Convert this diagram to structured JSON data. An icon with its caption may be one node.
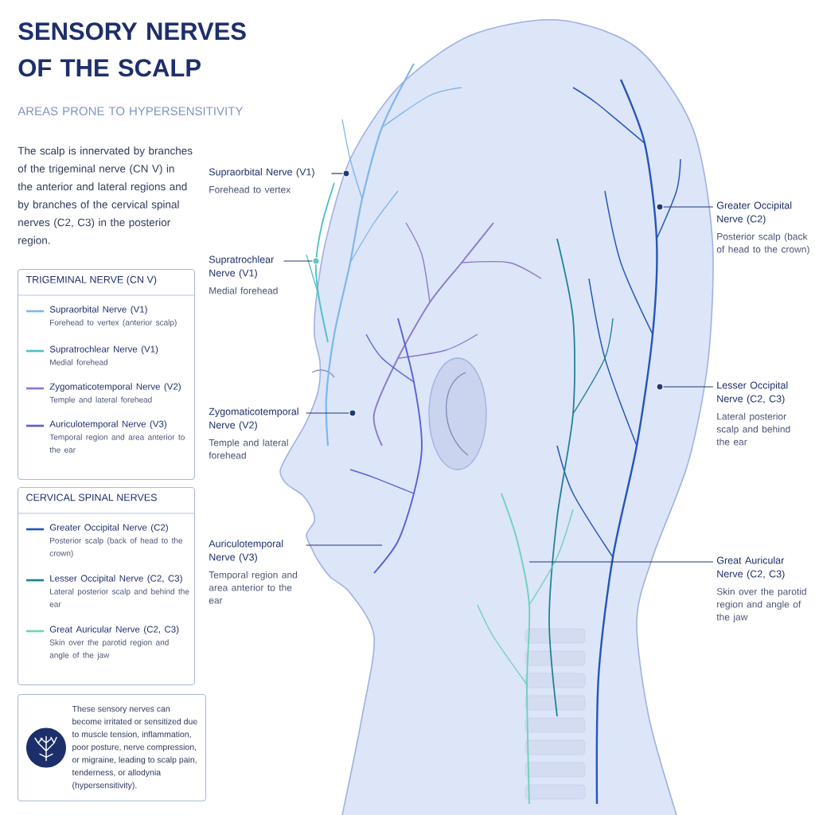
{
  "diagram": {
    "title": "SENSORY NERVES OF THE SCALP",
    "nodes": [
      {
        "text": [
          "TRIGEMINAL NERVE (CN V)"
        ]
      },
      {
        "text": [
          "Supraorbital Nerve (V1)",
          "Forehead to vertex (anterior scalp)"
        ],
        "in": 0
      },
      {
        "text": [
          "Supratrochlear Nerve (V1)",
          "Medial forehead"
        ],
        "in": 0
      },
      {
        "text": [
          "Zygomaticotemporal Nerve (V2)",
          "Temple and lateral forehead"
        ],
        "in": 0
      },
      {
        "text": [
          "Auriculotemporal Nerve (V3)",
          "Temporal region and area anterior to the ear"
        ],
        "in": 0
      },
      {
        "text": [
          "CERVICAL SPINAL NERVES"
        ]
      },
      {
        "text": [
          "Greater Occipital Nerve (C2)",
          "Posterior scalp (back of head to the crown)"
        ],
        "in": 5
      },
      {
        "text": [
          "Lesser Occipital Nerve (C2, C3)",
          "Lateral posterior scalp and behind the ear"
        ],
        "in": 5
      },
      {
        "text": [
          "Great Auricular Nerve (C2, C3)",
          "Skin over the parotid region and angle of the jaw"
        ],
        "in": 5
      },
      {
        "text": [
          "These sensory nerves can become irritated or sensitized due to muscle tension, inflammation, poor posture, nerve compression, or migraine, leading to scalp pain, tenderness, or allodynia (hypersensitivity)."
        ]
      },
      {
        "text": [
          "Supraorbital Nerve (V1)",
          "Forehead to vertex"
        ]
      },
      {
        "text": [
          "Supratrochlear Nerve (V1)",
          "Medial forehead"
        ]
      },
      {
        "text": [
          "Zygomaticotemporal Nerve (V2)",
          "Temple and lateral forehead"
        ]
      },
      {
        "text": [
          "Auriculotemporal Nerve (V3)",
          "Temporal region and area anterior to the ear"
        ]
      },
      {
        "text": [
          "Greater Occipital Nerve (C2)",
          "Posterior scalp (back of head to the crown)"
        ]
      },
      {
        "text": [
          "Lesser Occipital Nerve (C2, C3)",
          "Lateral posterior scalp and behind the ear"
        ]
      },
      {
        "text": [
          "Great Auricular Nerve (C2, C3)",
          "Skin over the parotid region and angle of the jaw"
        ]
      },
      {
        "text": [],
        "shape": "circle"
      },
      {
        "text": [],
        "shape": "circle"
      },
      {
        "text": [],
        "shape": "circle"
      },
      {
        "text": [],
        "shape": "circle"
      },
      {
        "text": [],
        "shape": "circle"
      }
    ],
    "edges": [
      {
        "from": 10,
        "to": 17,
        "arrow": "none"
      },
      {
        "from": 11,
        "to": 18,
        "arrow": "none"
      },
      {
        "from": 12,
        "to": 19,
        "arrow": "none"
      },
      {
        "from": 13,
        "to": null,
        "arrow": "none"
      },
      {
        "from": 14,
        "to": 20,
        "arrow": "none"
      },
      {
        "from": 15,
        "to": 21,
        "arrow": "none"
      },
      {
        "from": 16,
        "to": null,
        "arrow": "none"
      }
    ],
    "labels": [
      "AREAS PRONE TO HYPERSENSITIVITY",
      "The scalp is innervated by branches of the trigeminal nerve (CN V) in the anterior and lateral regions and by branches of the cervical spinal nerves (C2, C3) in the posterior region."
    ]
  }
}
